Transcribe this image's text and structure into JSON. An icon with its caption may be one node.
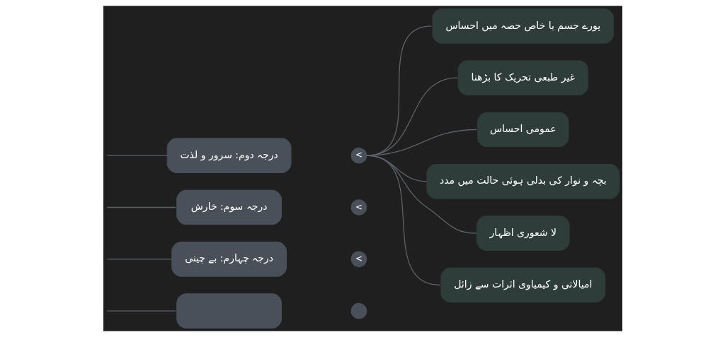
{
  "diagram": {
    "nodes": [
      {
        "text": [
          "درجہ دوم: سرور و لذت"
        ]
      },
      {
        "text": [
          "<"
        ]
      },
      {
        "text": [
          "پورے جسم یا خاص حصہ میں احساس"
        ]
      },
      {
        "text": [
          "غیر طبعی تحریک کا بڑھنا"
        ]
      },
      {
        "text": [
          "عمومی احساس"
        ]
      },
      {
        "text": [
          "بچہ و نوار کی بدلی ہوئی حالت میں مدد"
        ]
      },
      {
        "text": [
          "لا شعوری اظہار"
        ]
      },
      {
        "text": [
          "امیالاتی و کیمیاوی اثرات سے زائل"
        ]
      },
      {
        "text": [
          "درجہ سوم: خارش"
        ]
      },
      {
        "text": [
          "<"
        ]
      },
      {
        "text": [
          "درجہ چہارم: بے چینی"
        ]
      },
      {
        "text": [
          "<"
        ]
      },
      {
        "text": [],
        "shape": "box"
      },
      {
        "text": [],
        "shape": "circle"
      }
    ],
    "edges": [
      {
        "from": null,
        "to": 0,
        "arrow": "none"
      },
      {
        "from": 1,
        "to": 2,
        "arrow": "none"
      },
      {
        "from": 1,
        "to": 3,
        "arrow": "none"
      },
      {
        "from": 1,
        "to": 4,
        "arrow": "none"
      },
      {
        "from": 1,
        "to": 5,
        "arrow": "none"
      },
      {
        "from": 1,
        "to": 6,
        "arrow": "none"
      },
      {
        "from": 1,
        "to": 7,
        "arrow": "none"
      },
      {
        "from": null,
        "to": 8,
        "arrow": "none"
      },
      {
        "from": null,
        "to": 10,
        "arrow": "none"
      },
      {
        "from": null,
        "to": 12,
        "arrow": "none"
      }
    ]
  }
}
